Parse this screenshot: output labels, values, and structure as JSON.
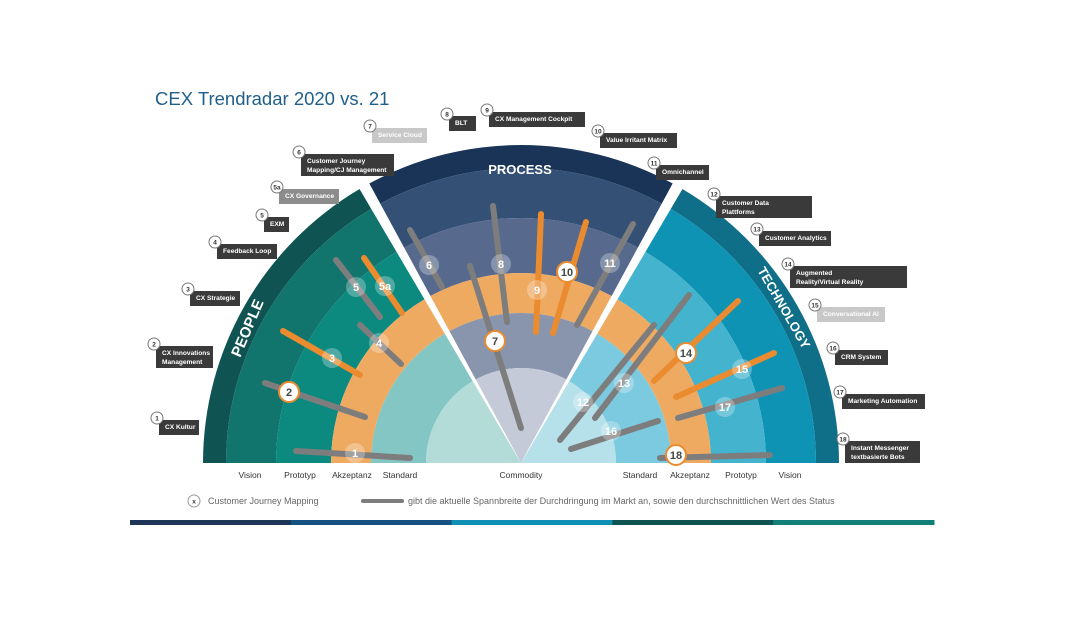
{
  "title": "CEX Trendradar 2020 vs. 21",
  "sectors": [
    {
      "name": "PEOPLE",
      "colors": [
        "#0f5452",
        "#11756d",
        "#0d8a80",
        "#efaa62",
        "#83c6c3",
        "#b3dcd9"
      ]
    },
    {
      "name": "PROCESS",
      "colors": [
        "#1a3458",
        "#345075",
        "#576a8e",
        "#efaa62",
        "#8995ad",
        "#c4cad7"
      ]
    },
    {
      "name": "TECHNOLOGY",
      "colors": [
        "#0f6e88",
        "#0f93b5",
        "#44b3ce",
        "#efaa62",
        "#7ccadf",
        "#b6e0ea"
      ]
    }
  ],
  "axis": {
    "left": [
      "Vision",
      "Prototyp",
      "Akzeptanz",
      "Standard"
    ],
    "center": "Commodity",
    "right": [
      "Standard",
      "Akzeptanz",
      "Prototyp",
      "Vision"
    ]
  },
  "trends": [
    {
      "id": "1",
      "label": "CX Kultur",
      "tone": "dark"
    },
    {
      "id": "2",
      "label": "CX Innovations Management",
      "tone": "dark"
    },
    {
      "id": "3",
      "label": "CX Strategie",
      "tone": "dark"
    },
    {
      "id": "4",
      "label": "Feedback Loop",
      "tone": "dark"
    },
    {
      "id": "5",
      "label": "EXM",
      "tone": "dark"
    },
    {
      "id": "5a",
      "label": "CX Governance",
      "tone": "grey"
    },
    {
      "id": "6",
      "label": "Customer Journey Mapping/CJ Management",
      "tone": "dark"
    },
    {
      "id": "7",
      "label": "Service Cloud",
      "tone": "light"
    },
    {
      "id": "8",
      "label": "BLT",
      "tone": "dark"
    },
    {
      "id": "9",
      "label": "CX Management Cockpit",
      "tone": "dark"
    },
    {
      "id": "10",
      "label": "Value Irritant Matrix",
      "tone": "dark"
    },
    {
      "id": "11",
      "label": "Omnichannel",
      "tone": "dark"
    },
    {
      "id": "12",
      "label": "Customer Data Plattforms",
      "tone": "dark"
    },
    {
      "id": "13",
      "label": "Customer Analytics",
      "tone": "dark"
    },
    {
      "id": "14",
      "label": "Augmented Reality/Virtual Reality",
      "tone": "dark"
    },
    {
      "id": "15",
      "label": "Conversational AI",
      "tone": "light"
    },
    {
      "id": "16",
      "label": "CRM System",
      "tone": "dark"
    },
    {
      "id": "17",
      "label": "Marketing Automation",
      "tone": "dark"
    },
    {
      "id": "18",
      "label": "Instant Messenger textbasierte Bots",
      "tone": "dark"
    }
  ],
  "legend": {
    "marker": "x",
    "marker_text": "Customer Journey Mapping",
    "bar_text": "gibt die aktuelle Spannbreite der Durchdringung im Markt an, sowie den durchschnittlichen Wert des Status"
  },
  "colors": {
    "orange": "#ea8b2f",
    "grey_bar": "#7d7d7d",
    "tag_dark": "#3a3a3a",
    "tag_grey": "#8c8c8c",
    "tag_light": "#c8c8c8",
    "footer": [
      "#1e3558",
      "#15527f",
      "#0f8fb3",
      "#0f5452",
      "#128078"
    ]
  }
}
